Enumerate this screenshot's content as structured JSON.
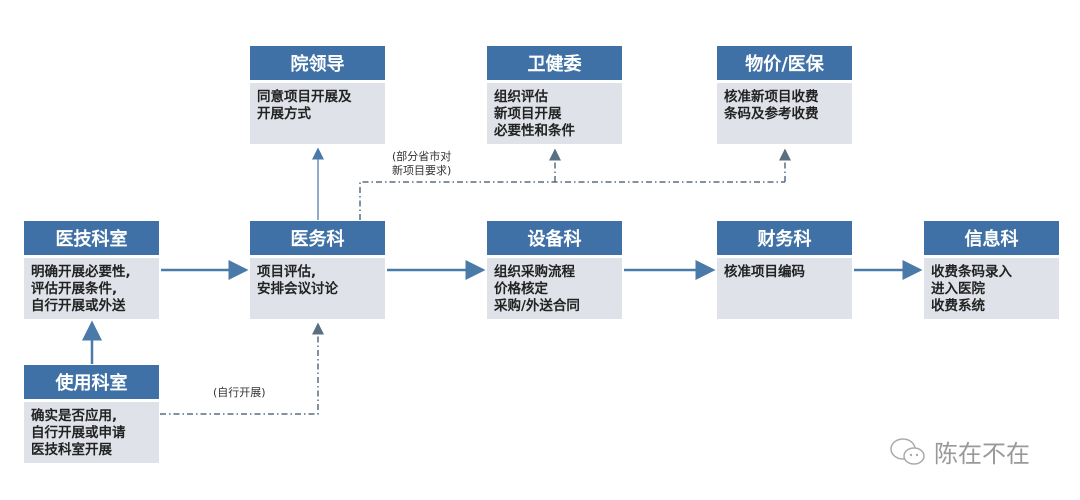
{
  "nodes": {
    "leadership": {
      "title": "院领导",
      "desc": "同意项目开展及\n开展方式"
    },
    "health_commission": {
      "title": "卫健委",
      "desc": "组织评估\n新项目开展\n必要性和条件"
    },
    "pricing_insurance": {
      "title": "物价/医保",
      "desc": "核准新项目收费\n条码及参考收费"
    },
    "medtech_dept": {
      "title": "医技科室",
      "desc": "明确开展必要性,\n评估开展条件,\n自行开展或外送"
    },
    "medical_affairs": {
      "title": "医务科",
      "desc": "项目评估,\n安排会议讨论"
    },
    "equipment_dept": {
      "title": "设备科",
      "desc": "组织采购流程\n价格核定\n采购/外送合同"
    },
    "finance_dept": {
      "title": "财务科",
      "desc": "核准项目编码"
    },
    "info_dept": {
      "title": "信息科",
      "desc": "收费条码录入\n进入医院\n收费系统"
    },
    "user_dept": {
      "title": "使用科室",
      "desc": "确实是否应用,\n自行开展或申请\n医技科室开展"
    }
  },
  "labels": {
    "provincial_requirement": "(部分省市对\n新项目要求)",
    "self_conduct": "(自行开展)"
  },
  "watermark": "陈在不在",
  "colors": {
    "header": "#3f71a6",
    "body": "#dfe2e8",
    "arrow": "#4a7aa8",
    "dashed": "#5a6f80"
  }
}
